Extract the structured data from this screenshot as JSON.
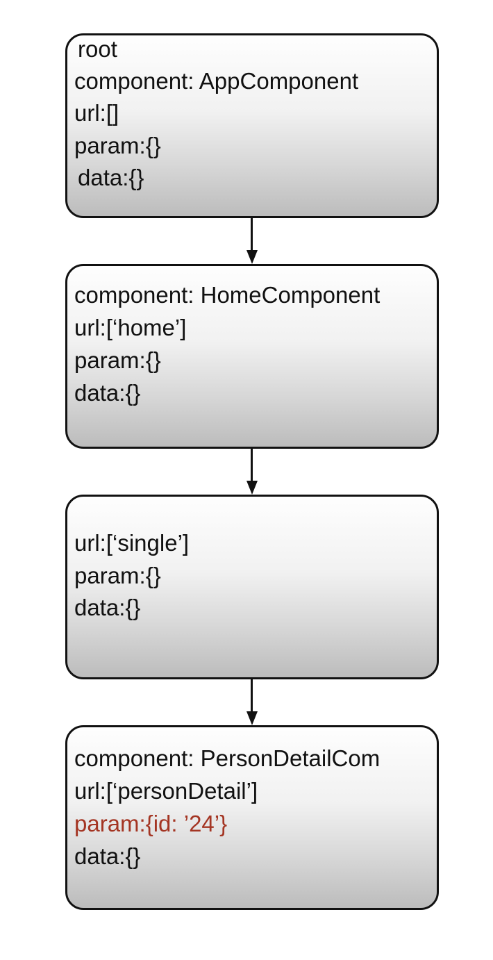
{
  "diagram": {
    "nodes": [
      {
        "lines": [
          {
            "text": "root"
          },
          {
            "text": "component:  AppComponent"
          },
          {
            "text": "url:[]"
          },
          {
            "text": "param:{}"
          },
          {
            "text": "data:{}"
          }
        ]
      },
      {
        "lines": [
          {
            "text": "component:  HomeComponent"
          },
          {
            "text": "url:[‘home’]"
          },
          {
            "text": "param:{}"
          },
          {
            "text": "data:{}"
          }
        ]
      },
      {
        "lines": [
          {
            "text": "url:[‘single’]"
          },
          {
            "text": "param:{}"
          },
          {
            "text": "data:{}"
          }
        ]
      },
      {
        "lines": [
          {
            "text": "component: PersonDetailCom"
          },
          {
            "text": "url:[‘personDetail’]"
          },
          {
            "text": "param:{id: ’24’}",
            "highlight": true
          },
          {
            "text": "data:{}"
          }
        ]
      }
    ],
    "colors": {
      "text": "#111111",
      "highlight_text": "#a43523",
      "border": "#111111",
      "arrow": "#111111",
      "fill_top": "#fefefe",
      "fill_bottom": "#bcbcbc"
    }
  }
}
